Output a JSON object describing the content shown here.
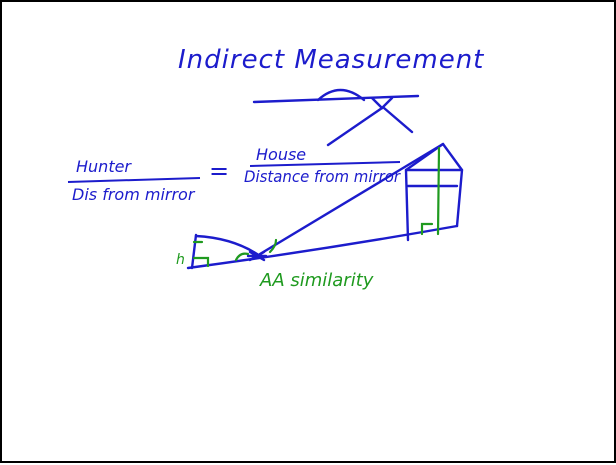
{
  "colors": {
    "ink_blue": "#1c1ccc",
    "ink_green": "#1f9a1f",
    "border": "#000000",
    "background": "#ffffff"
  },
  "title": "Indirect Measurement",
  "ratio": {
    "left_numerator": "Hunter",
    "left_denominator": "Dis from mirror",
    "equals": "=",
    "right_numerator": "House",
    "right_denominator": "Distance from mirror"
  },
  "labels": {
    "hunter_height": "h",
    "similarity": "AA similarity"
  }
}
